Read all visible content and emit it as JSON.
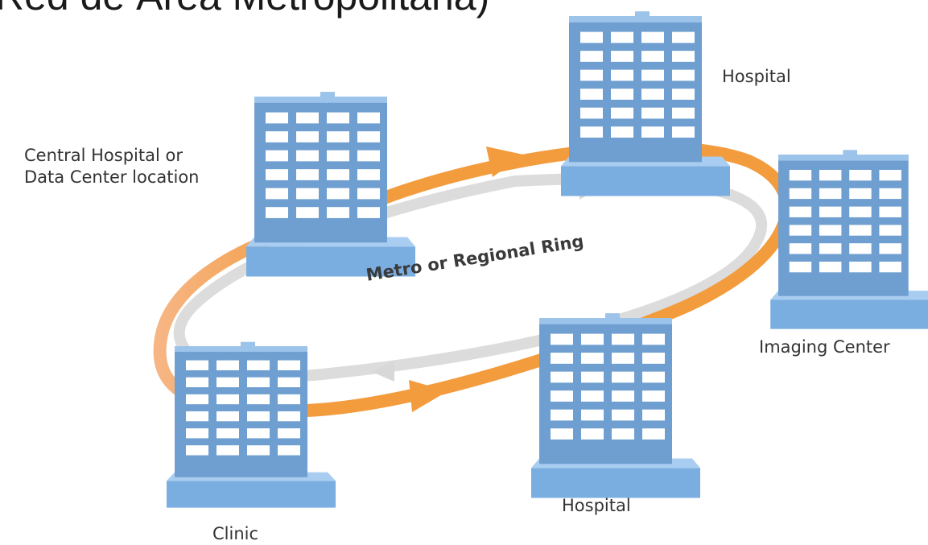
{
  "heading": "Red de Área Metropolitana)",
  "ring_label": "Metro or Regional Ring",
  "nodes": {
    "central": {
      "line1": "Central Hospital  or",
      "line2": "Data Center location"
    },
    "hospital_top": "Hospital",
    "imaging_center": "Imaging Center",
    "hospital_bottom": "Hospital",
    "clinic": "Clinic"
  },
  "colors": {
    "orange_ring": "#f39c3d",
    "gray_ring": "#dcdcdc",
    "building_body": "#6f9fd0",
    "building_window": "#ffffff",
    "building_base": "#7fb0dc"
  }
}
